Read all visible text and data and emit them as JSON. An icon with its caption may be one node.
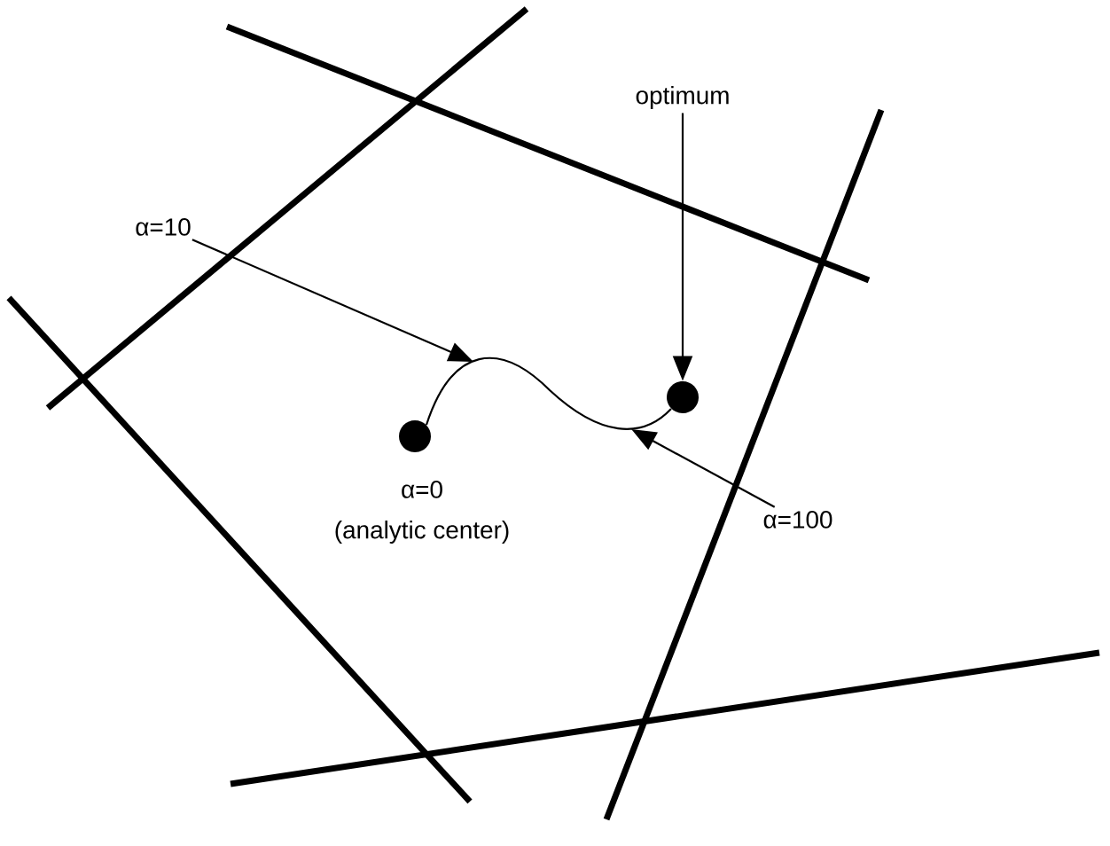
{
  "diagram": {
    "nodes": [
      {
        "text": [
          "optimum"
        ]
      },
      {
        "text": [
          "α=10"
        ]
      },
      {
        "text": [],
        "shape": "circle",
        "beside": [
          "α=0",
          "(analytic center)"
        ]
      },
      {
        "text": [],
        "shape": "circle"
      },
      {
        "text": [
          "α=100"
        ]
      }
    ],
    "edges": [
      {
        "from": 0,
        "to": 3,
        "arrow": "to"
      },
      {
        "from": 1,
        "to": null,
        "arrow": "to"
      },
      {
        "from": 4,
        "to": null,
        "arrow": "to"
      },
      {
        "from": 2,
        "to": 3,
        "arrow": "none"
      }
    ]
  }
}
